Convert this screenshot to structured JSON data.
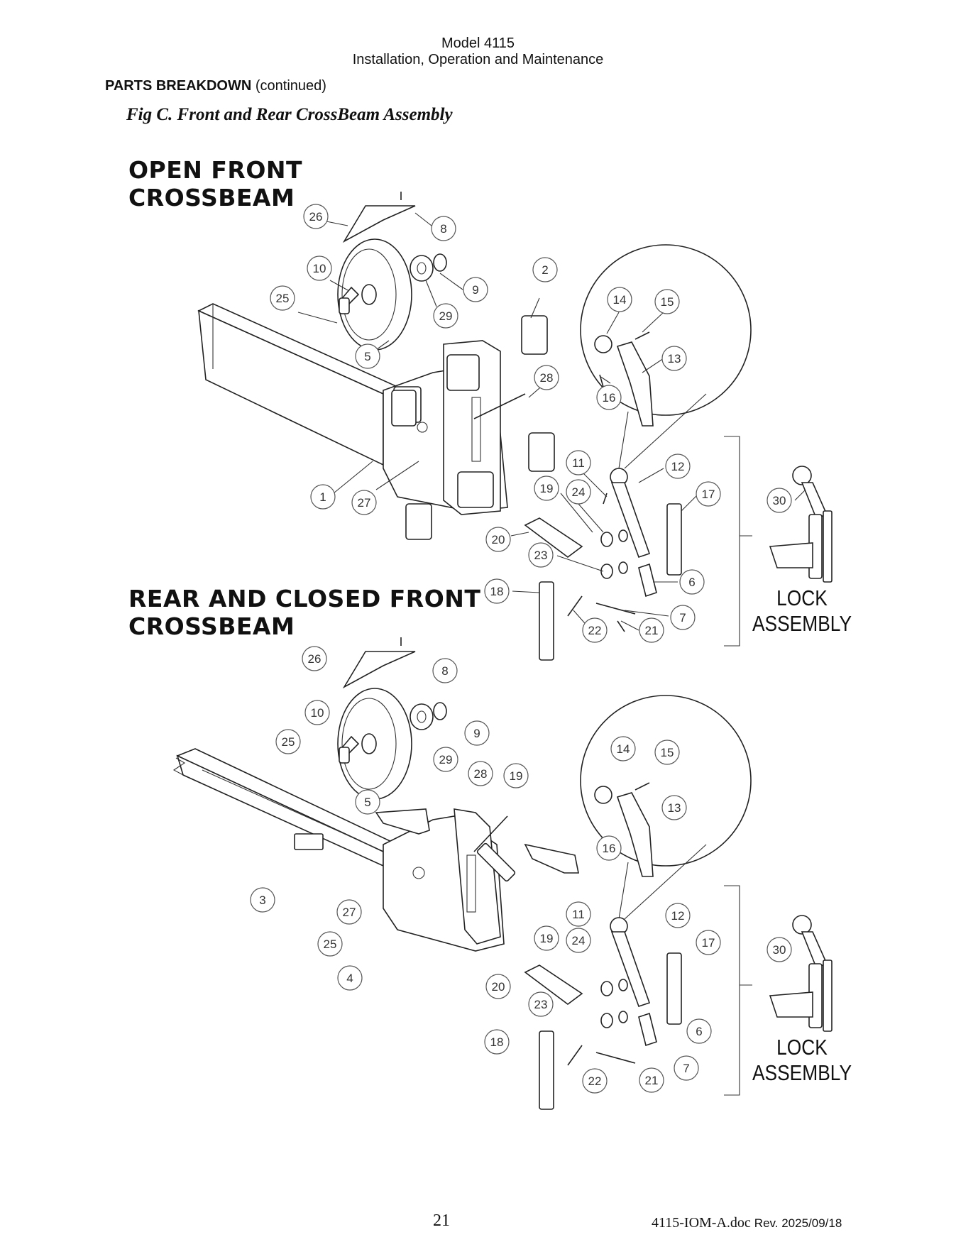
{
  "header": {
    "model": "Model 4115",
    "subtitle": "Installation, Operation and Maintenance"
  },
  "section": {
    "title": "PARTS BREAKDOWN",
    "suffix": "(continued)"
  },
  "figure": {
    "caption": "Fig C.  Front and Rear CrossBeam Assembly"
  },
  "views": [
    {
      "line1": "OPEN FRONT",
      "line2": "CROSSBEAM",
      "lock_line1": "LOCK",
      "lock_line2": "ASSEMBLY"
    },
    {
      "line1": "REAR AND CLOSED FRONT",
      "line2": "CROSSBEAM",
      "lock_line1": "LOCK",
      "lock_line2": "ASSEMBLY"
    }
  ],
  "callouts_top": [
    "26",
    "8",
    "10",
    "9",
    "25",
    "29",
    "2",
    "14",
    "15",
    "5",
    "13",
    "16",
    "28",
    "11",
    "12",
    "1",
    "27",
    "19",
    "24",
    "17",
    "30",
    "20",
    "23",
    "6",
    "18",
    "7",
    "22",
    "21"
  ],
  "callouts_bottom": [
    "26",
    "8",
    "10",
    "9",
    "25",
    "29",
    "14",
    "15",
    "28",
    "19",
    "5",
    "13",
    "16",
    "3",
    "11",
    "12",
    "27",
    "19",
    "24",
    "17",
    "30",
    "25",
    "20",
    "4",
    "23",
    "6",
    "18",
    "7",
    "22",
    "21"
  ],
  "footer": {
    "page": "21",
    "doc": "4115-IOM-A.doc",
    "rev": "Rev. 2025/09/18"
  }
}
